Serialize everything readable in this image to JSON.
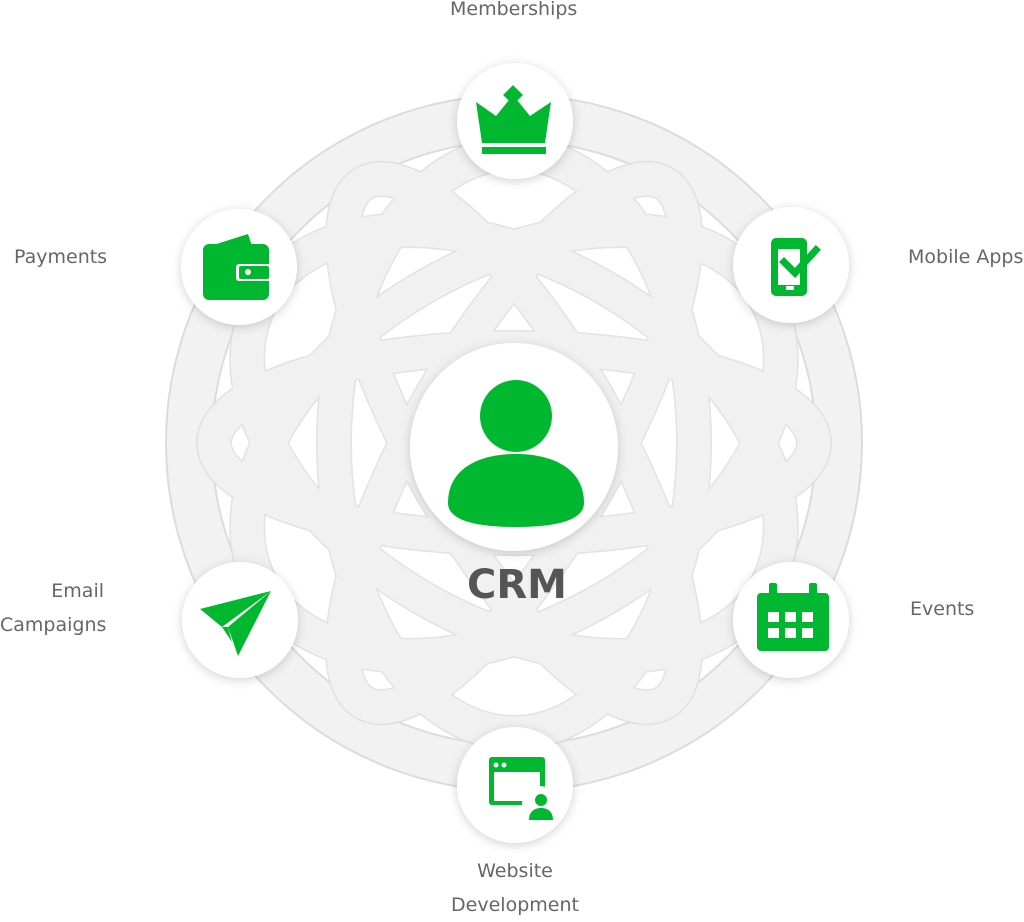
{
  "center": {
    "label": "CRM",
    "icon": "person-icon"
  },
  "nodes": [
    {
      "id": "memberships",
      "label": "Memberships",
      "icon": "crown-icon"
    },
    {
      "id": "mobile-apps",
      "label": "Mobile Apps",
      "icon": "mobile-check-icon"
    },
    {
      "id": "events",
      "label": "Events",
      "icon": "calendar-icon"
    },
    {
      "id": "website-development",
      "label_lines": [
        "Website",
        "Development"
      ],
      "icon": "browser-user-icon"
    },
    {
      "id": "email-campaigns",
      "label_lines": [
        "Email",
        "Campaigns"
      ],
      "icon": "paper-plane-icon"
    },
    {
      "id": "payments",
      "label": "Payments",
      "icon": "wallet-icon"
    }
  ],
  "colors": {
    "accent": "#00b830",
    "ring": "#f0f0f0",
    "ring_edge": "#dddddd",
    "label_text": "#666666",
    "center_text": "#555555"
  }
}
